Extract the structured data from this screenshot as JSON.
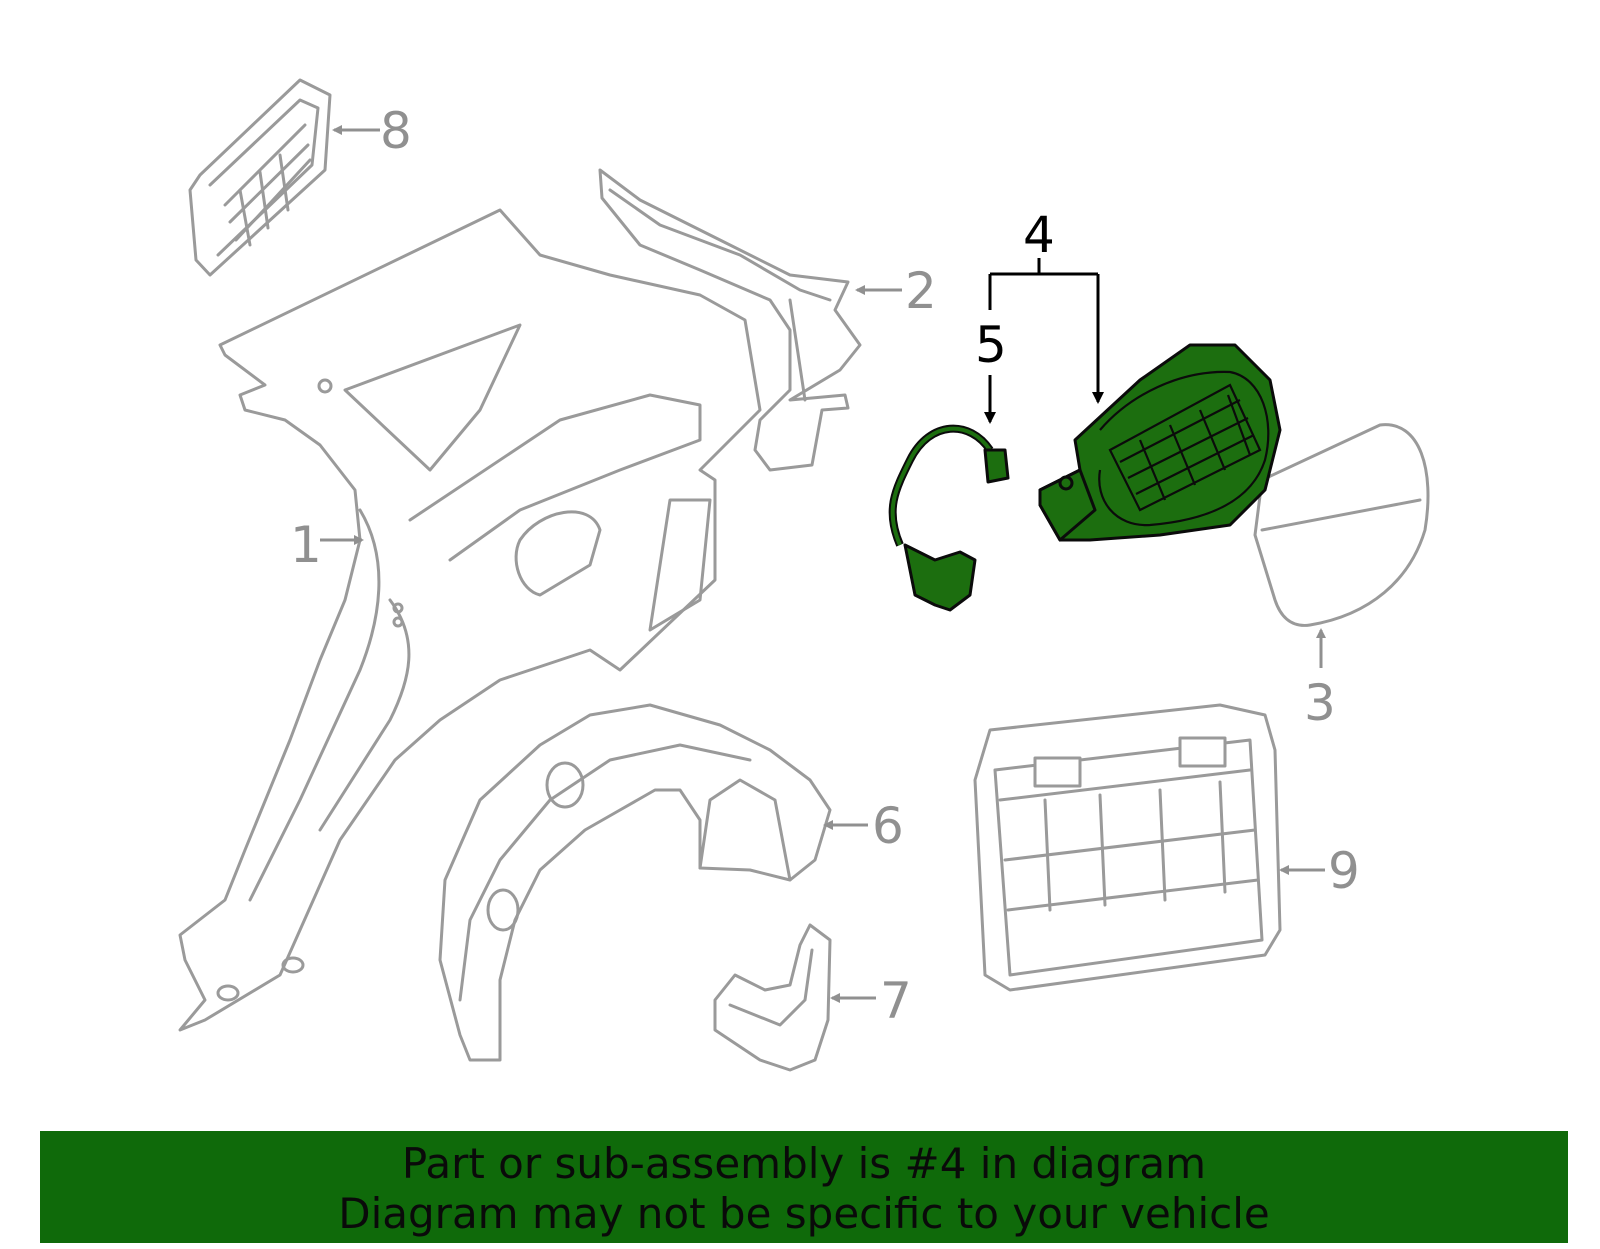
{
  "diagram": {
    "callouts": [
      {
        "id": "1",
        "label": "1"
      },
      {
        "id": "2",
        "label": "2"
      },
      {
        "id": "3",
        "label": "3"
      },
      {
        "id": "4",
        "label": "4"
      },
      {
        "id": "5",
        "label": "5"
      },
      {
        "id": "6",
        "label": "6"
      },
      {
        "id": "7",
        "label": "7"
      },
      {
        "id": "8",
        "label": "8"
      },
      {
        "id": "9",
        "label": "9"
      }
    ],
    "highlighted_part": "4",
    "colors": {
      "highlight_fill": "#1c6e0f",
      "banner": "#0f6a0a",
      "part_stroke": "#9a9a9a"
    }
  },
  "banner": {
    "line1": "Part or sub-assembly is #4 in diagram",
    "line2": "Diagram may not be specific to your vehicle"
  }
}
